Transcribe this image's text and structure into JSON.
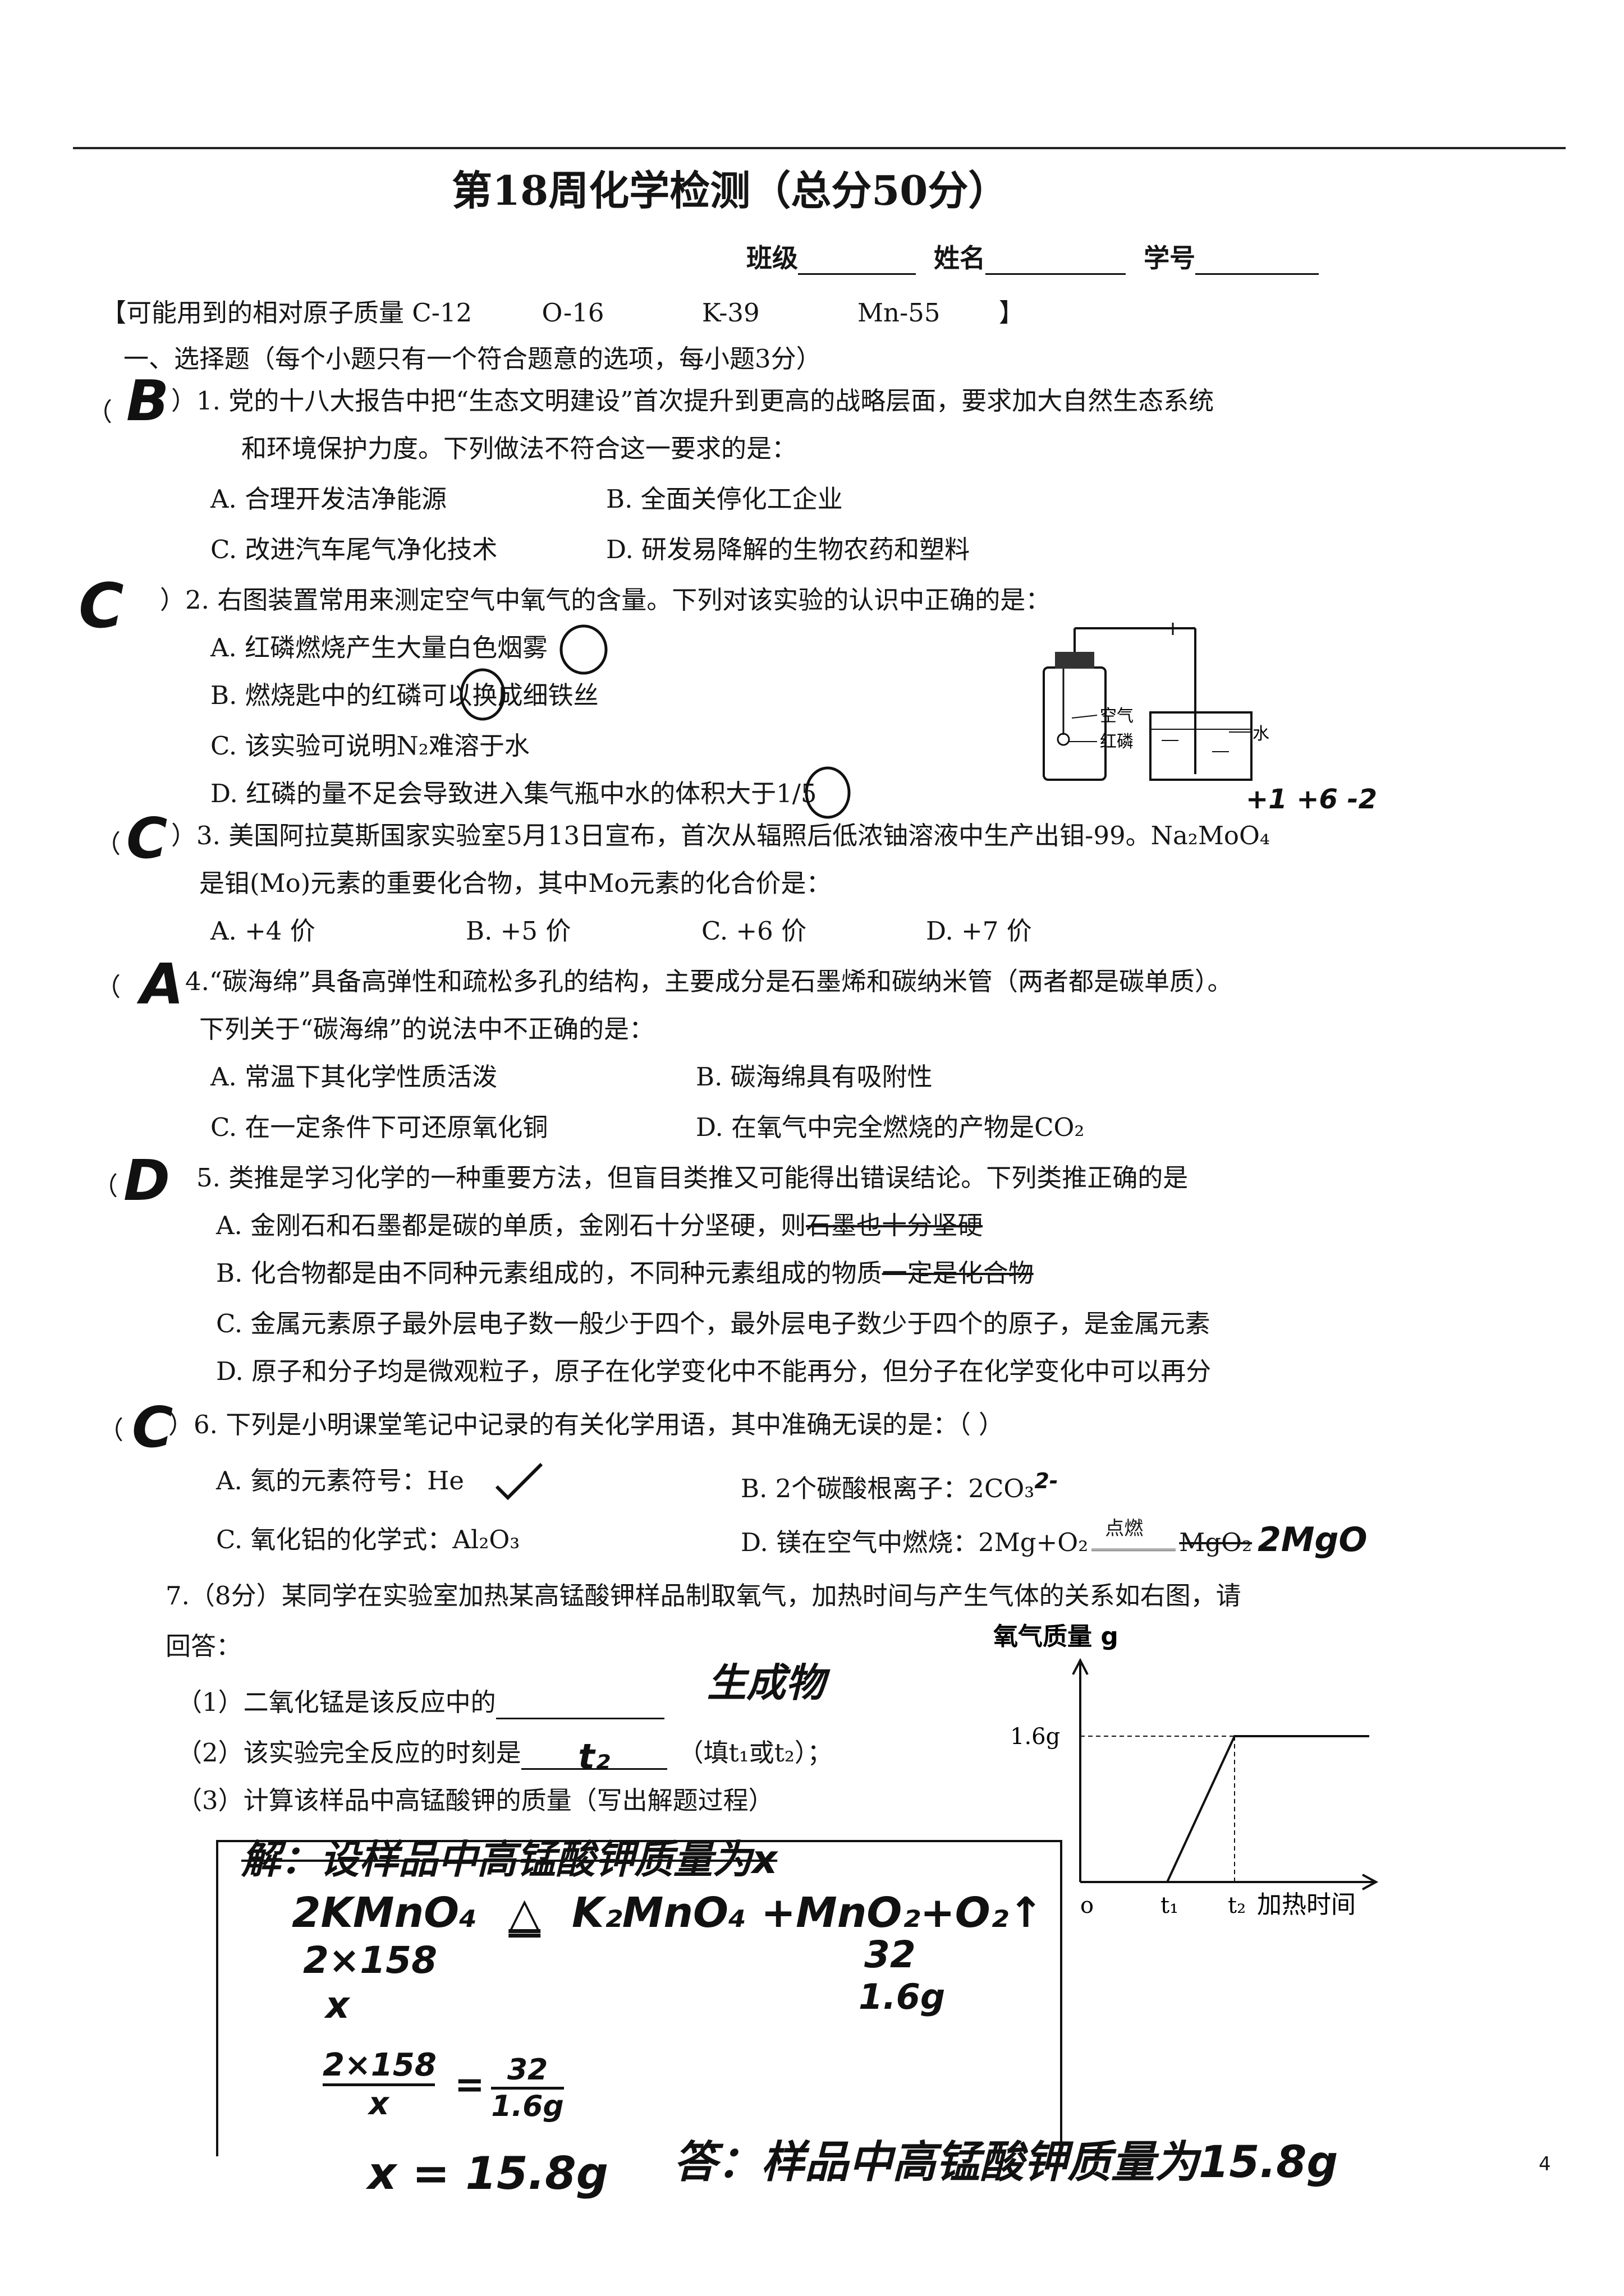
{
  "header": {
    "title": "第18周化学检测（总分50分）",
    "class_label": "班级",
    "name_label": "姓名",
    "id_label": "学号"
  },
  "atomic_masses": {
    "prefix": "【可能用到的相对原子质量 C-12",
    "o": "O-16",
    "k": "K-39",
    "mn": "Mn-55",
    "suffix": "】"
  },
  "section1_heading": "一、选择题（每个小题只有一个符合题意的选项，每小题3分）",
  "questions": [
    {
      "answer": "B",
      "stem1": "）1. 党的十八大报告中把“生态文明建设”首次提升到更高的战略层面，要求加大自然生态系统",
      "stem2": "和环境保护力度。下列做法不符合这一要求的是：",
      "opt_a": "A. 合理开发洁净能源",
      "opt_b": "B. 全面关停化工企业",
      "opt_c": "C. 改进汽车尾气净化技术",
      "opt_d": "D. 研发易降解的生物农药和塑料"
    },
    {
      "answer": "C",
      "stem1": "）2. 右图装置常用来测定空气中氧气的含量。下列对该实验的认识中正确的是：",
      "opt_a": "A. 红磷燃烧产生大量白色烟雾",
      "opt_b": "B. 燃烧匙中的红磷可以换成细铁丝",
      "opt_c": "C. 该实验可说明N₂难溶于水",
      "opt_d": "D. 红磷的量不足会导致进入集气瓶中水的体积大于1/5",
      "fig_air": "空气",
      "fig_p": "红磷",
      "fig_water": "水"
    },
    {
      "answer": "C",
      "valence_note": "+1  +6 -2",
      "stem1": "）3. 美国阿拉莫斯国家实验室5月13日宣布，首次从辐照后低浓铀溶液中生产出钼-99。Na₂MoO₄",
      "stem2": "是钼(Mo)元素的重要化合物，其中Mo元素的化合价是：",
      "opt_a": "A. +4 价",
      "opt_b": "B. +5 价",
      "opt_c": "C. +6 价",
      "opt_d": "D. +7 价"
    },
    {
      "answer": "A",
      "stem1": "4.“碳海绵”具备高弹性和疏松多孔的结构，主要成分是石墨烯和碳纳米管（两者都是碳单质）。",
      "stem2": "下列关于“碳海绵”的说法中不正确的是：",
      "opt_a": "A. 常温下其化学性质活泼",
      "opt_b": "B. 碳海绵具有吸附性",
      "opt_c": "C. 在一定条件下可还原氧化铜",
      "opt_d": "D. 在氧气中完全燃烧的产物是CO₂"
    },
    {
      "answer": "D",
      "stem1": "5. 类推是学习化学的一种重要方法，但盲目类推又可能得出错误结论。下列类推正确的是",
      "opt_a1": "A. 金刚石和石墨都是碳的单质，金刚石十分坚硬，则",
      "opt_a2": "石墨也十分坚硬",
      "opt_b1": "B. 化合物都是由不同种元素组成的，不同种元素组成的物质",
      "opt_b2": "一定是化合物",
      "opt_c": "C. 金属元素原子最外层电子数一般少于四个，最外层电子数少于四个的原子，是金属元素",
      "opt_d": "D. 原子和分子均是微观粒子，原子在化学变化中不能再分，但分子在化学变化中可以再分"
    },
    {
      "answer": "C",
      "stem1": "）6. 下列是小明课堂笔记中记录的有关化学用语，其中准确无误的是：（    ）",
      "opt_a": "A. 氦的元素符号：He",
      "opt_b": "B. 2个碳酸根离子：2CO₃",
      "opt_b_mark": "2-",
      "opt_c": "C. 氧化铝的化学式：Al₂O₃",
      "opt_d1": "D. 镁在空气中燃烧：",
      "opt_d2": "2Mg+O₂",
      "opt_d_cond": "点燃",
      "opt_d3": "MgO₂",
      "opt_d_fix": "2MgO"
    }
  ],
  "q7": {
    "stem1": "7.（8分）某同学在实验室加热某高锰酸钾样品制取氧气，加热时间与产生气体的关系如右图，请",
    "stem2": "回答：",
    "p1": "（1）二氧化锰是该反应中的",
    "a1": "生成物",
    "p2": "（2）该实验完全反应的时刻是",
    "a2": "t₂",
    "p2_tail": "（填t₁或t₂）；",
    "p3": "（3）计算该样品中高锰酸钾的质量（写出解题过程）"
  },
  "chart_data": {
    "type": "line",
    "ylabel": "氧气质量 g",
    "xlabel": "加热时间",
    "x_ticks": [
      "o",
      "t₁",
      "t₂"
    ],
    "y_ticks": [
      "1.6g"
    ],
    "points": [
      [
        "o",
        0
      ],
      [
        "t₁",
        0
      ],
      [
        "t₂",
        1.6
      ],
      [
        "end",
        1.6
      ]
    ]
  },
  "solution": {
    "l1": "解：设样品中高锰酸钾质量为x",
    "l2a": "2KMnO₄",
    "l2b": "△",
    "l2c": "K₂MnO₄ +MnO₂+O₂↑",
    "l3a": "2×158",
    "l3b": "32",
    "l4a": "x",
    "l4b": "1.6g",
    "frac_num": "2×158",
    "frac_den": "x",
    "eq": "=",
    "frac2_num": "32",
    "frac2_den": "1.6g",
    "result": "x = 15.8g",
    "answer": "答：样品中高锰酸钾质量为15.8g"
  },
  "page_number": "4"
}
